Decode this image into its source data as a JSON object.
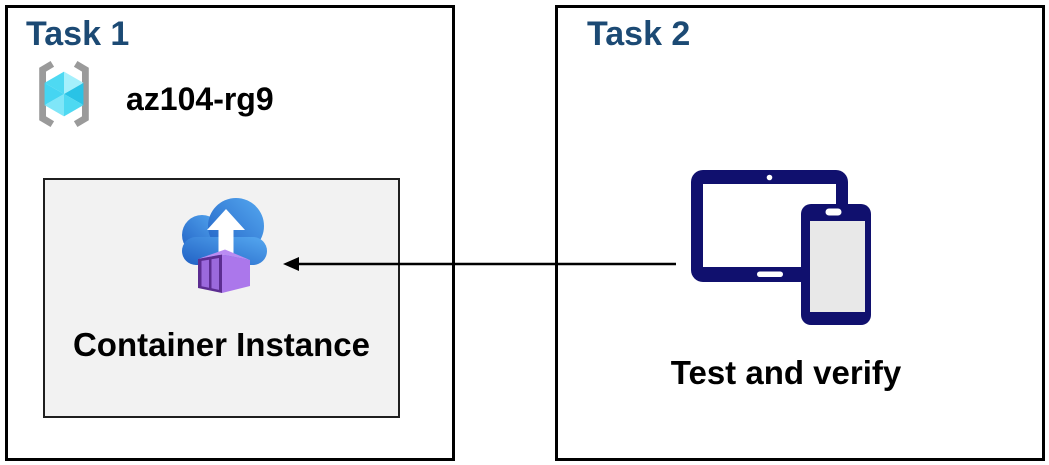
{
  "task1": {
    "title": "Task 1",
    "resource_group_name": "az104-rg9",
    "container_label": "Container Instance"
  },
  "task2": {
    "title": "Task 2",
    "label": "Test and verify"
  },
  "arrow": {
    "from": "test-and-verify-devices",
    "to": "container-instance",
    "direction": "left"
  },
  "colors": {
    "task_title": "#1C4A74",
    "box_border": "#000000",
    "inner_box_bg": "#F2F2F2",
    "device_navy": "#10106E",
    "cloud_blue_dark": "#2161C4",
    "cloud_blue_light": "#55A8F0",
    "container_purple_dark": "#5C2D91",
    "container_purple_side": "#AB77EB",
    "container_purple_top": "#BA8CF2",
    "container_purple_slat": "#9B69DD",
    "cube_cyan_light": "#A5F0FC",
    "cube_cyan_mid": "#4ED9F2",
    "cube_cyan_dark": "#29C3E6",
    "bracket_gray": "#9A9A9A"
  }
}
